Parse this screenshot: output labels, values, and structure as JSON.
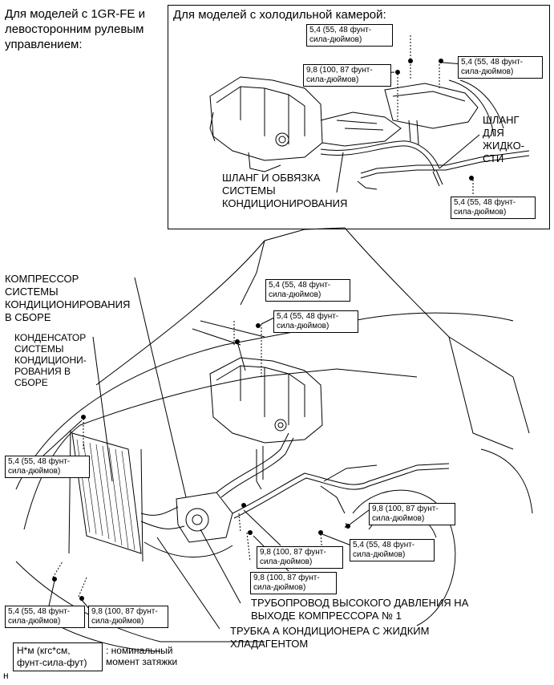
{
  "notes": {
    "lhd_model": [
      "Для моделей с 1GR-FE и",
      "левосторонним рулевым",
      "управлением:"
    ],
    "cooler_box_title": "Для моделей с холодильной камерой:"
  },
  "torque": {
    "t54": [
      "5,4 (55, 48 фунт-",
      "сила-дюймов)"
    ],
    "t98": [
      "9,8 (100, 87 фунт-",
      "сила-дюймов)"
    ]
  },
  "inset_labels": {
    "hose_assy": [
      "ШЛАНГ И ОБВЯЗКА",
      "СИСТЕМЫ",
      "КОНДИЦИОНИРОВАНИЯ"
    ],
    "liquid_hose": [
      "ШЛАНГ",
      "ДЛЯ",
      "ЖИДКО-",
      "СТИ"
    ]
  },
  "main_labels": {
    "compressor": [
      "КОМПРЕССОР",
      "СИСТЕМЫ",
      "КОНДИЦИОНИРОВАНИЯ",
      "В СБОРЕ"
    ],
    "condenser": [
      "КОНДЕНСАТОР",
      "СИСТЕМЫ",
      "КОНДИЦИОНИ-",
      "РОВАНИЯ В",
      "СБОРЕ"
    ],
    "discharge_pipe": [
      "ТРУБОПРОВОД ВЫСОКОГО ДАВЛЕНИЯ НА",
      "ВЫХОДЕ КОМПРЕССОРА № 1"
    ],
    "liquid_tube": [
      "ТРУБКА А КОНДИЦИОНЕРА С ЖИДКИМ",
      "ХЛАДАГЕНТОМ"
    ]
  },
  "legend": {
    "unit_box": [
      "Н*м (кгс*см,",
      "фунт-сила-фут)"
    ],
    "meaning": [
      ": номинальный",
      "момент затяжки"
    ]
  },
  "figure_code": "н"
}
